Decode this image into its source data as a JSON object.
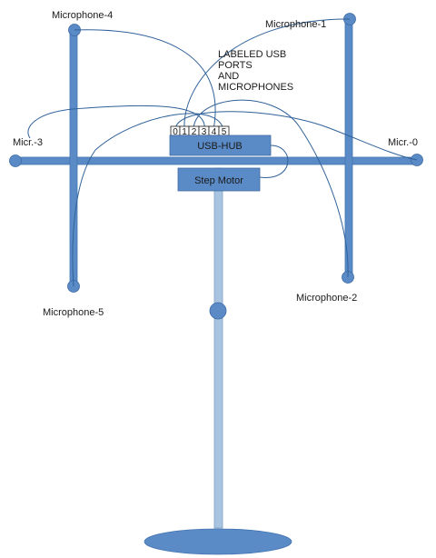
{
  "labels": {
    "mic4": "Microphone-4",
    "mic1": "Microphone-1",
    "mic3": "Micr.-3",
    "mic0": "Micr.-0",
    "mic5": "Microphone-5",
    "mic2": "Microphone-2",
    "note_line1": "LABELED USB",
    "note_line2": "PORTS",
    "note_line3": "AND",
    "note_line4": "MICROPHONES"
  },
  "usb_hub": {
    "label": "USB-HUB"
  },
  "step_motor": {
    "label": "Step Motor"
  },
  "ports": [
    "0",
    "1",
    "2",
    "3",
    "4",
    "5"
  ],
  "colors": {
    "bar_fill": "#5b8bc7",
    "pole_fill": "#a9c4e0",
    "wire": "#2f6199"
  }
}
